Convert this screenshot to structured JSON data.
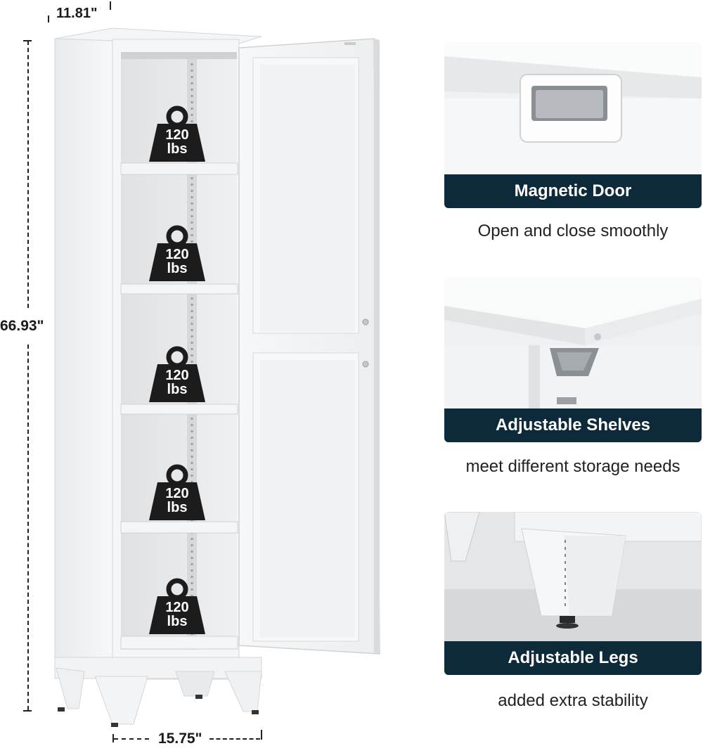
{
  "dimensions": {
    "depth": "11.81\"",
    "height": "66.93\"",
    "width": "15.75\""
  },
  "capacity_badges": [
    {
      "value": "120",
      "unit": "lbs"
    },
    {
      "value": "120",
      "unit": "lbs"
    },
    {
      "value": "120",
      "unit": "lbs"
    },
    {
      "value": "120",
      "unit": "lbs"
    },
    {
      "value": "120",
      "unit": "lbs"
    }
  ],
  "features": [
    {
      "title": "Magnetic Door",
      "caption": "Open and close smoothly"
    },
    {
      "title": "Adjustable Shelves",
      "caption": "meet different storage needs"
    },
    {
      "title": "Adjustable Legs",
      "caption": "added extra stability"
    }
  ],
  "colors": {
    "bar": "#0d2a3b",
    "cabinet": "#f2f3f4",
    "badge": "#1c1c1c"
  },
  "icons": [
    "weight-icon"
  ]
}
